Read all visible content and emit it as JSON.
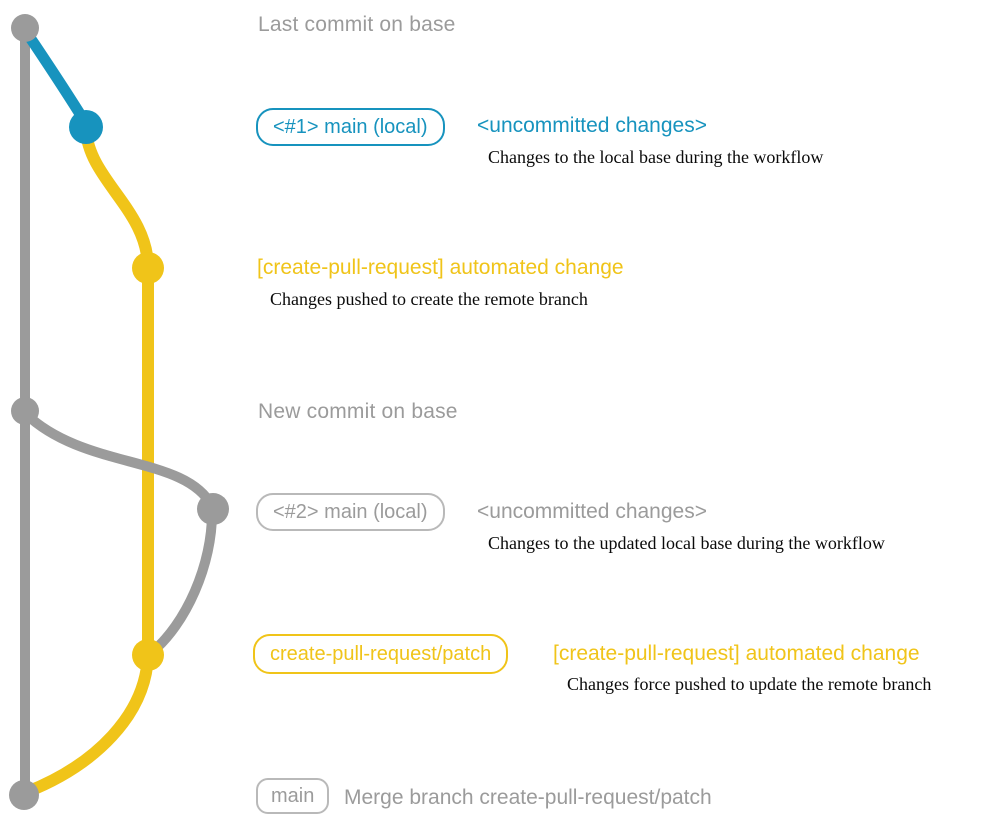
{
  "colors": {
    "blue": "#1793BE",
    "yellow": "#F0C419",
    "gray": "#9B9B9B",
    "gray-border": "#B9B9B9",
    "ink": "#0A0A0A",
    "bg": "#FFFFFF"
  },
  "graph": {
    "branches": [
      {
        "name": "base",
        "color_key": "gray"
      },
      {
        "name": "main (local)",
        "color_key": "blue"
      },
      {
        "name": "create-pull-request/patch",
        "color_key": "yellow"
      }
    ],
    "commit_dots": [
      {
        "id": "base-last-commit",
        "color_key": "gray"
      },
      {
        "id": "main-local-1",
        "color_key": "blue"
      },
      {
        "id": "patch-commit-1",
        "color_key": "yellow"
      },
      {
        "id": "base-new-commit",
        "color_key": "gray"
      },
      {
        "id": "main-local-2",
        "color_key": "gray"
      },
      {
        "id": "patch-commit-2",
        "color_key": "yellow"
      },
      {
        "id": "merge-commit",
        "color_key": "gray"
      }
    ]
  },
  "annotations": {
    "last_commit": "Last commit on base",
    "new_commit": "New commit on base",
    "row1": {
      "badge": "<#1> main (local)",
      "note": "<uncommitted changes>",
      "description": "Changes to the local base during the workflow"
    },
    "row2": {
      "label": "[create-pull-request] automated change",
      "description": "Changes pushed to create the remote branch"
    },
    "row3": {
      "badge": "<#2> main (local)",
      "note": "<uncommitted changes>",
      "description": "Changes to the updated local base during the workflow"
    },
    "row4": {
      "badge": "create-pull-request/patch",
      "label": "[create-pull-request] automated change",
      "description": "Changes force pushed to update the remote branch"
    },
    "row5": {
      "badge": "main",
      "label": "Merge branch create-pull-request/patch"
    }
  }
}
